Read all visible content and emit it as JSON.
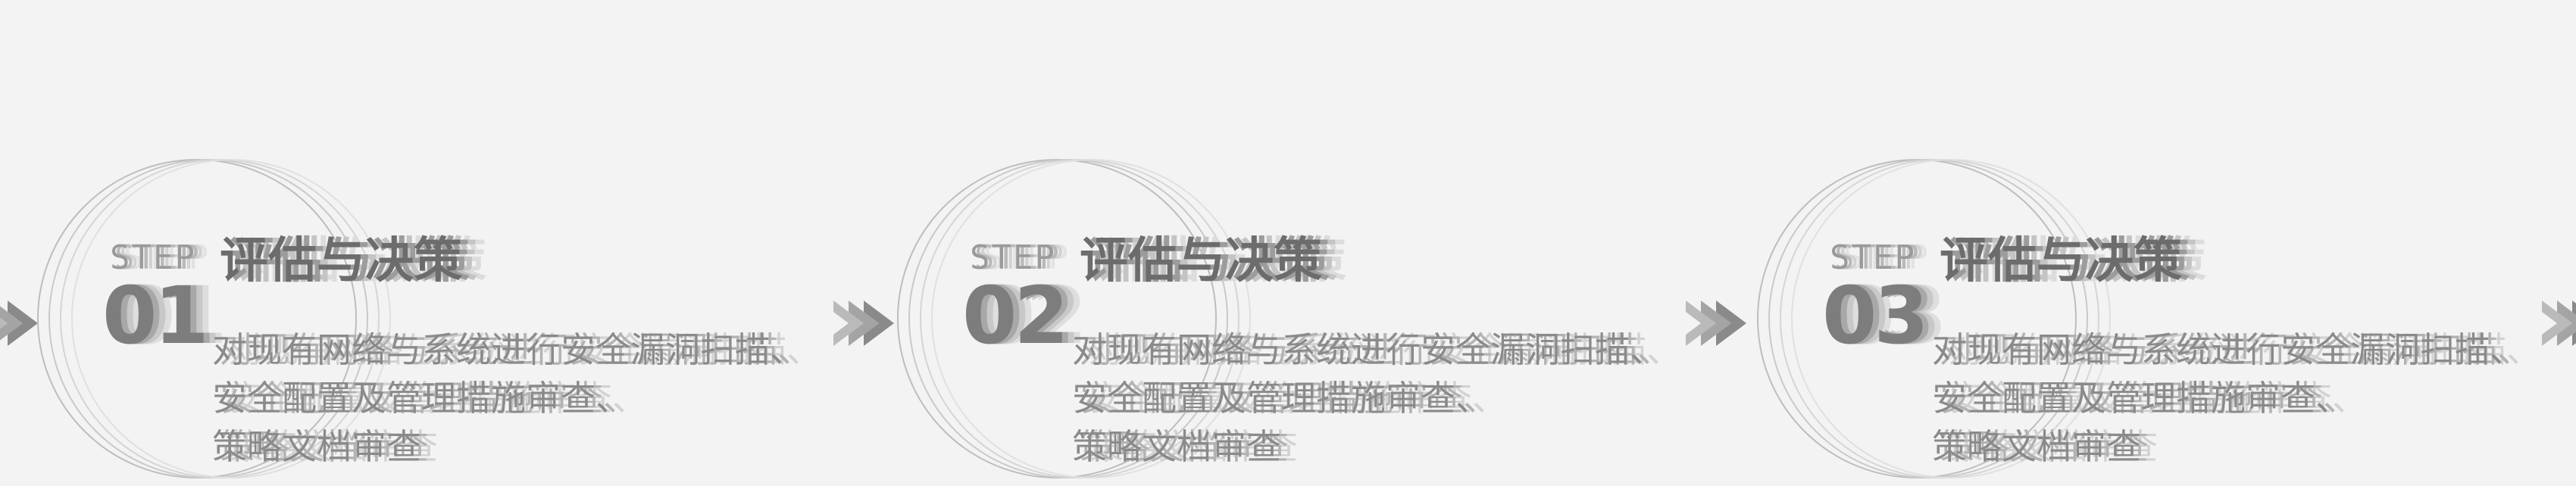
{
  "colors": {
    "background": "#f3f3f3",
    "text": "#6c6c6c",
    "ring": "#b8b8b8",
    "arrow": "#8a8a8a"
  },
  "steps": [
    {
      "label": "STEP",
      "number": "01",
      "title": "评估与决策",
      "description_lines": [
        "对现有网络与系统进行安全漏洞扫描、",
        "安全配置及管理措施审查、",
        "策略文档审查"
      ],
      "connector_icon": "chevron-right-arrow-icon",
      "ring_icon": "concentric-rings-icon"
    },
    {
      "label": "STEP",
      "number": "02",
      "title": "评估与决策",
      "description_lines": [
        "对现有网络与系统进行安全漏洞扫描、",
        "安全配置及管理措施审查、",
        "策略文档审查"
      ],
      "connector_icon": "chevron-right-arrow-icon",
      "ring_icon": "concentric-rings-icon"
    },
    {
      "label": "STEP",
      "number": "03",
      "title": "评估与决策",
      "description_lines": [
        "对现有网络与系统进行安全漏洞扫描、",
        "安全配置及管理措施审查、",
        "策略文档审查"
      ],
      "connector_icon": "chevron-right-arrow-icon",
      "ring_icon": "concentric-rings-icon"
    }
  ],
  "trailing_connector_icon": "chevron-right-arrow-icon"
}
